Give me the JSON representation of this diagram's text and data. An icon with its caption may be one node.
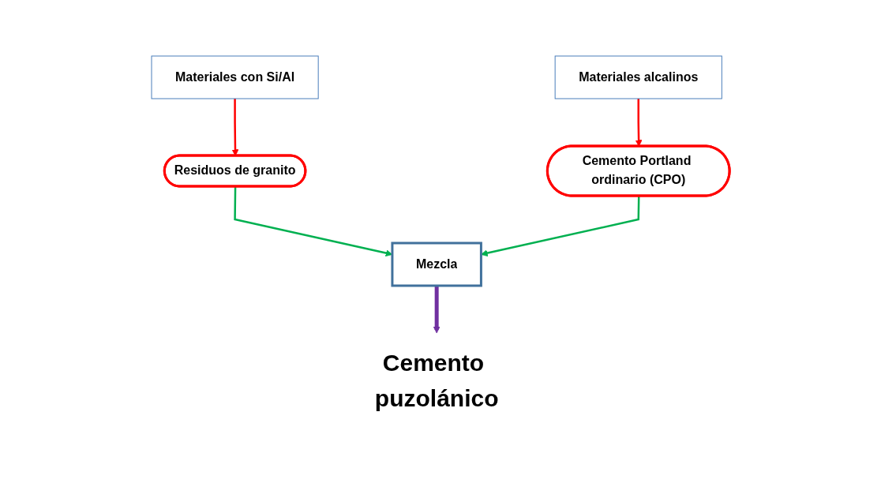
{
  "diagram": {
    "nodes": [
      {
        "text": [
          "Materiales con Si/Al"
        ]
      },
      {
        "text": [
          "Materiales alcalinos"
        ]
      },
      {
        "text": [
          "Residuos de granito"
        ]
      },
      {
        "text": [
          "Cemento Portland ordinario (CPO)"
        ]
      },
      {
        "text": [
          "Mezcla"
        ]
      },
      {
        "text": [
          "Cemento puzolánico"
        ]
      }
    ],
    "edges": [
      {
        "from": 0,
        "to": 2,
        "arrow": "to",
        "color": "#ff0000"
      },
      {
        "from": 1,
        "to": 3,
        "arrow": "to",
        "color": "#ff0000"
      },
      {
        "from": 2,
        "to": 4,
        "arrow": "to",
        "color": "#00b050"
      },
      {
        "from": 3,
        "to": 4,
        "arrow": "to",
        "color": "#00b050"
      },
      {
        "from": 4,
        "to": 5,
        "arrow": "to",
        "style": "thick",
        "color": "#7030a0"
      }
    ]
  }
}
